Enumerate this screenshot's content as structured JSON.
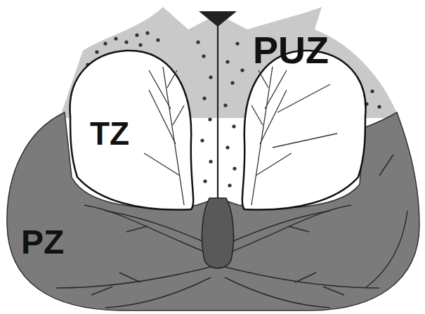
{
  "diagram": {
    "labels": [
      "PUZ",
      "TZ",
      "PZ"
    ]
  }
}
